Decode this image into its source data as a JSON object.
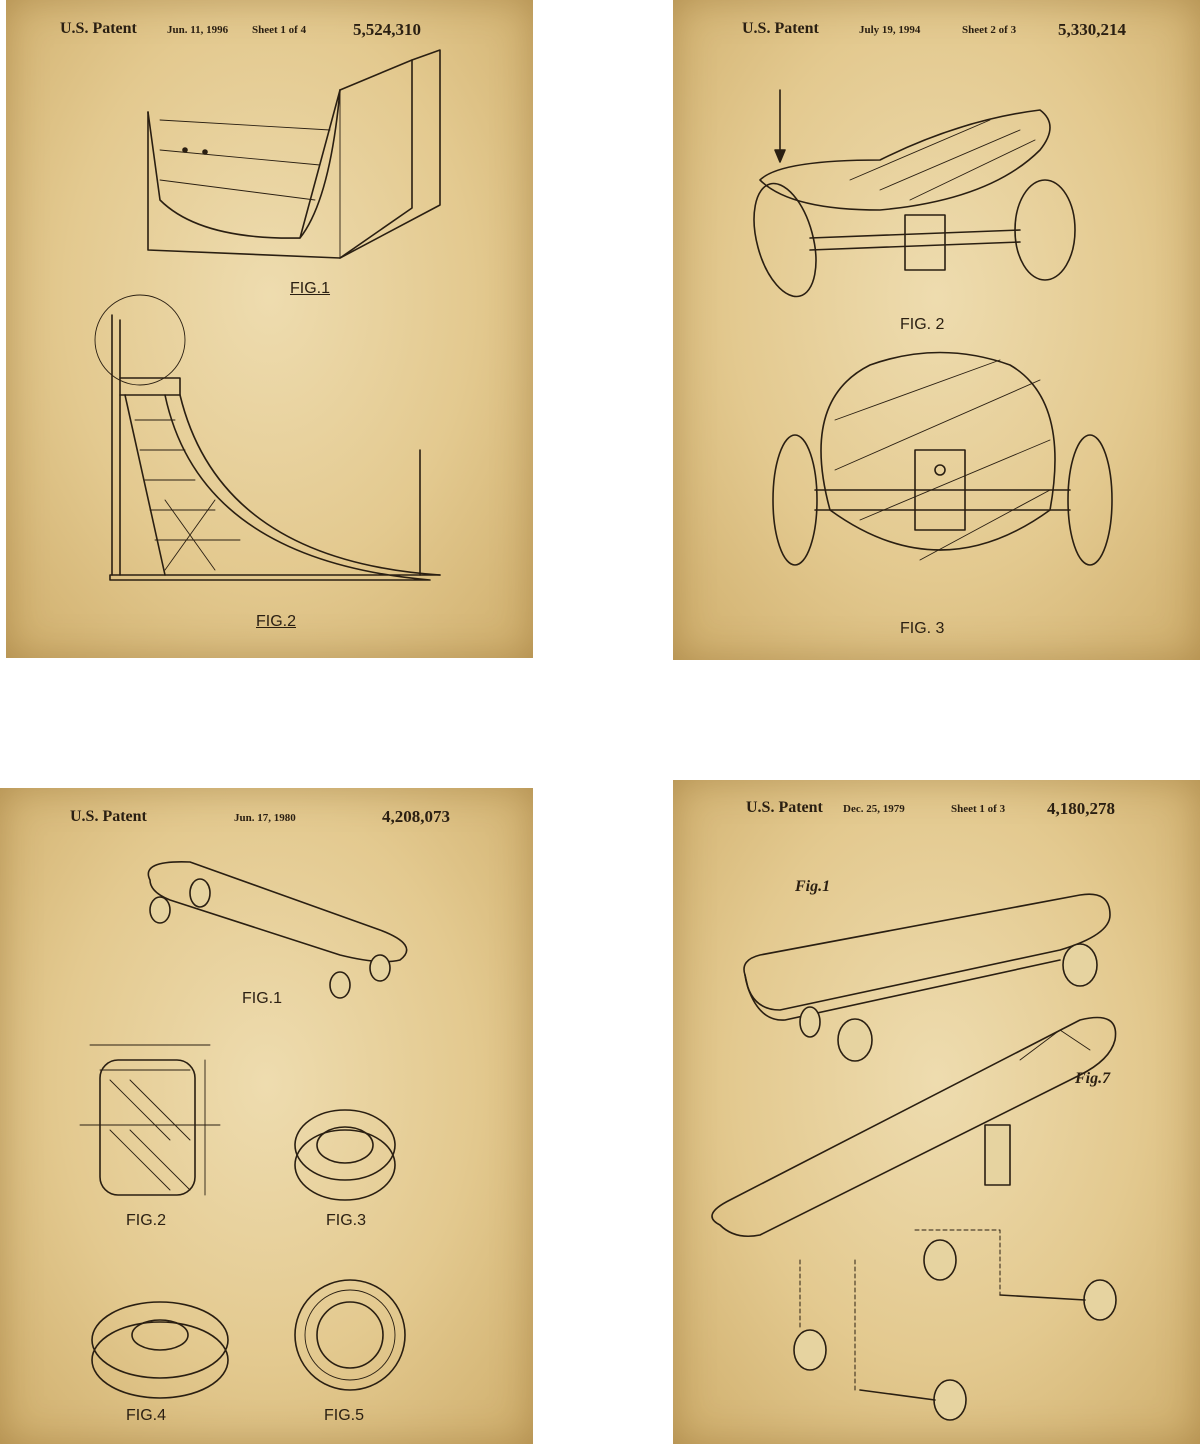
{
  "posters": [
    {
      "header": {
        "title": "U.S. Patent",
        "date": "Jun. 11, 1996",
        "sheet": "Sheet 1 of 4",
        "number": "5,524,310"
      },
      "figures": [
        "FIG.1",
        "FIG.2"
      ]
    },
    {
      "header": {
        "title": "U.S. Patent",
        "date": "July 19, 1994",
        "sheet": "Sheet 2 of 3",
        "number": "5,330,214"
      },
      "figures": [
        "FIG. 2",
        "FIG. 3"
      ]
    },
    {
      "header": {
        "title": "U.S. Patent",
        "date": "Jun. 17, 1980",
        "number": "4,208,073"
      },
      "figures": [
        "FIG.1",
        "FIG.2",
        "FIG.3",
        "FIG.4",
        "FIG.5"
      ]
    },
    {
      "header": {
        "title": "U.S. Patent",
        "date": "Dec. 25, 1979",
        "sheet": "Sheet 1 of 3",
        "number": "4,180,278"
      },
      "figures": [
        "Fig.1",
        "Fig.7"
      ]
    }
  ],
  "colors": {
    "paper": "#e3c98f",
    "ink": "#2a1f12"
  }
}
